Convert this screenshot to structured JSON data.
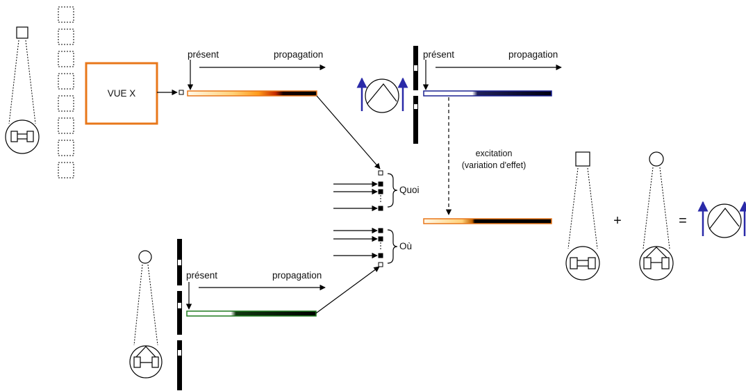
{
  "vue_box": {
    "label": "VUE X"
  },
  "streams": {
    "top_left": {
      "present": "présent",
      "propagation": "propagation"
    },
    "top_right": {
      "present": "présent",
      "propagation": "propagation"
    },
    "bottom": {
      "present": "présent",
      "propagation": "propagation"
    }
  },
  "excitation": {
    "line1": "excitation",
    "line2": "(variation d'effet)"
  },
  "groups": {
    "what": "Quoi",
    "where": "Où"
  },
  "equation": {
    "plus": "+",
    "equals": "="
  },
  "colors": {
    "vue_border": "#e8771a",
    "stream_orange": "#e8771a",
    "stream_blue": "#1a2090",
    "stream_green": "#1e7a1e",
    "arrow_blue": "#2a2aa8",
    "bar_black": "#000000"
  },
  "icons": {
    "square_marker": "square-icon",
    "circle_marker": "circle-icon",
    "robot_top_view": "robot-icon",
    "sensor_head": "sensor-head-icon",
    "up_arrow": "up-arrow-icon"
  }
}
